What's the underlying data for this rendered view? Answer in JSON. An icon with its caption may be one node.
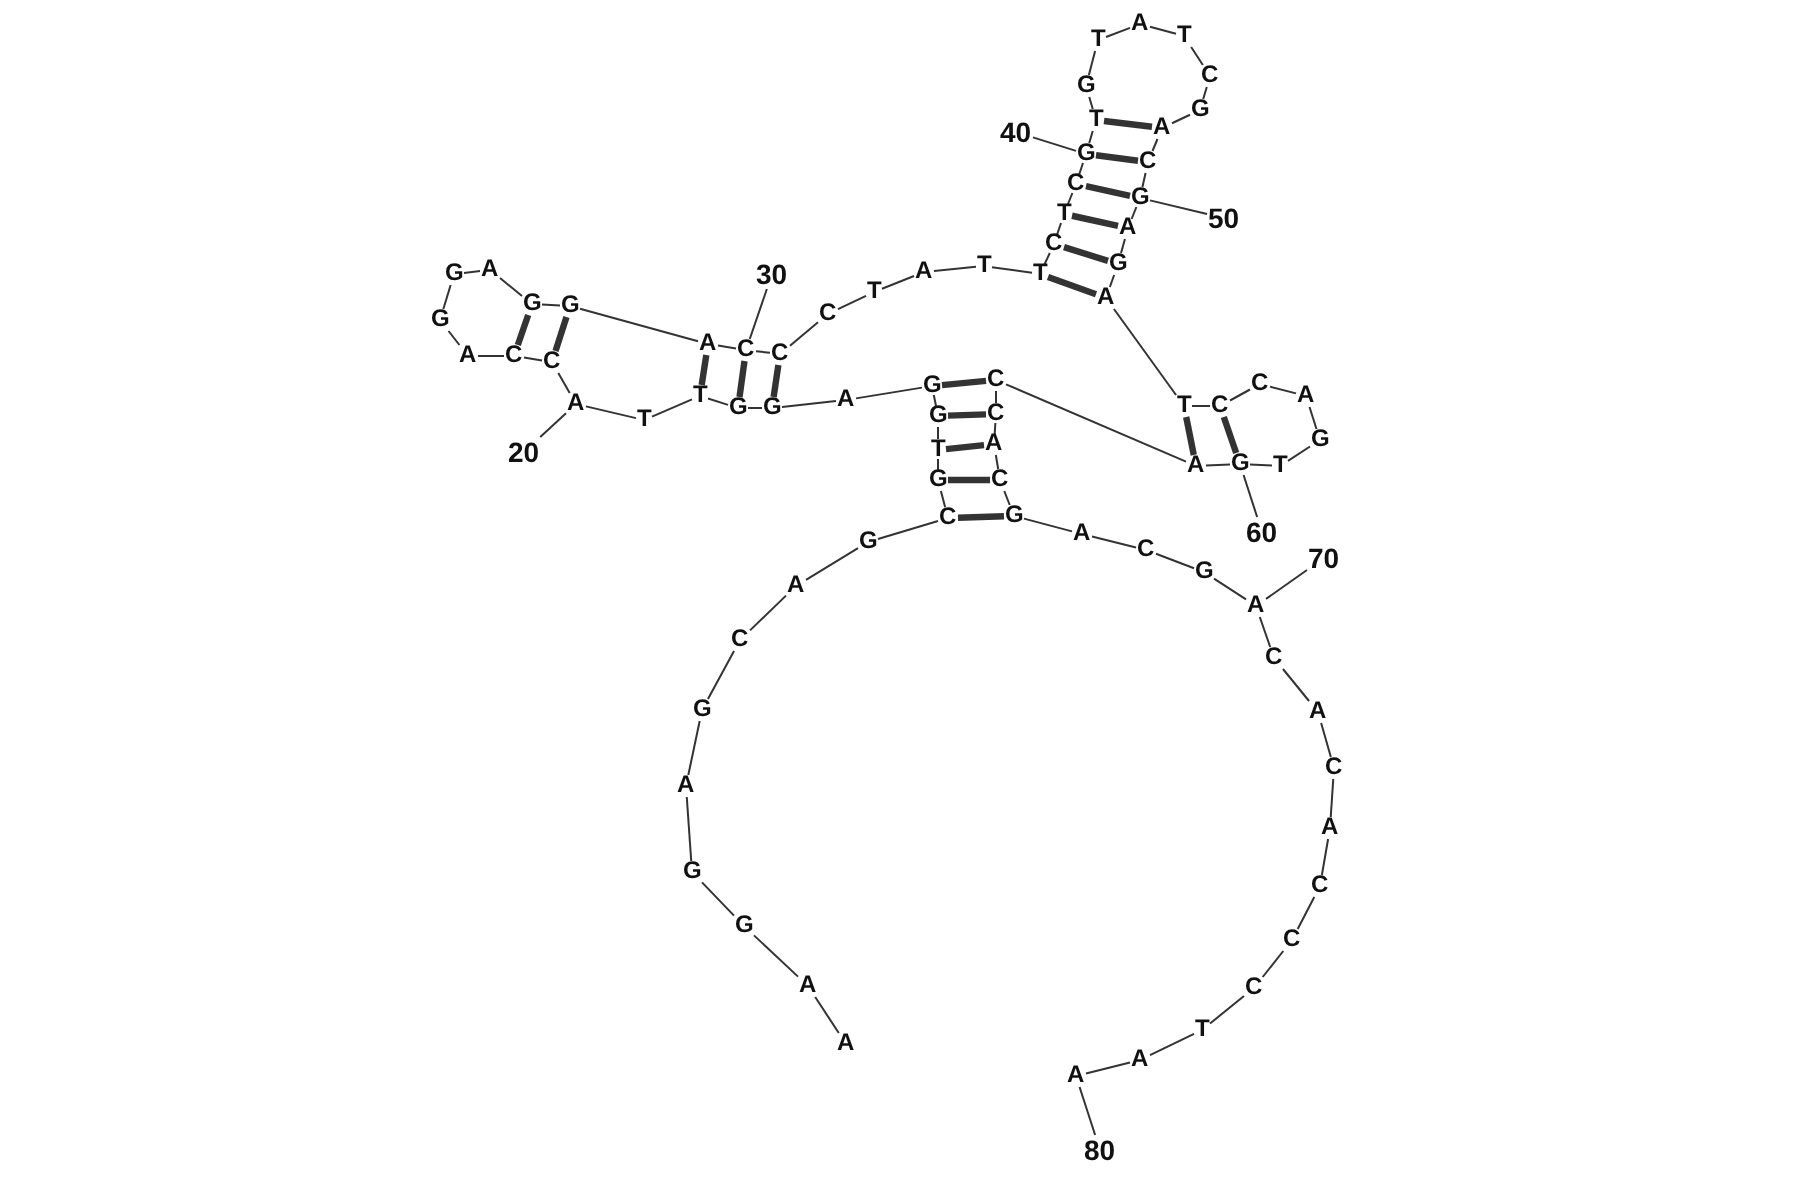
{
  "diagram": {
    "nodes": [
      {
        "text": [
          "A"
        ]
      },
      {
        "text": [
          "A"
        ]
      },
      {
        "text": [
          "G"
        ]
      },
      {
        "text": [
          "G"
        ]
      },
      {
        "text": [
          "A"
        ]
      },
      {
        "text": [
          "G"
        ]
      },
      {
        "text": [
          "C"
        ]
      },
      {
        "text": [
          "A"
        ]
      },
      {
        "text": [
          "G"
        ]
      },
      {
        "text": [
          "C"
        ]
      },
      {
        "text": [
          "G"
        ]
      },
      {
        "text": [
          "T"
        ]
      },
      {
        "text": [
          "G"
        ]
      },
      {
        "text": [
          "G"
        ]
      },
      {
        "text": [
          "A"
        ]
      },
      {
        "text": [
          "G"
        ]
      },
      {
        "text": [
          "G"
        ]
      },
      {
        "text": [
          "T"
        ]
      },
      {
        "text": [
          "T"
        ]
      },
      {
        "text": [
          "A"
        ]
      },
      {
        "text": [
          "C"
        ]
      },
      {
        "text": [
          "C"
        ]
      },
      {
        "text": [
          "A"
        ]
      },
      {
        "text": [
          "G"
        ]
      },
      {
        "text": [
          "G"
        ]
      },
      {
        "text": [
          "A"
        ]
      },
      {
        "text": [
          "G"
        ]
      },
      {
        "text": [
          "G"
        ]
      },
      {
        "text": [
          "A"
        ]
      },
      {
        "text": [
          "C"
        ]
      },
      {
        "text": [
          "C"
        ]
      },
      {
        "text": [
          "C"
        ]
      },
      {
        "text": [
          "T"
        ]
      },
      {
        "text": [
          "A"
        ]
      },
      {
        "text": [
          "T"
        ]
      },
      {
        "text": [
          "T"
        ]
      },
      {
        "text": [
          "C"
        ]
      },
      {
        "text": [
          "T"
        ]
      },
      {
        "text": [
          "C"
        ]
      },
      {
        "text": [
          "G"
        ]
      },
      {
        "text": [
          "T"
        ]
      },
      {
        "text": [
          "G"
        ]
      },
      {
        "text": [
          "T"
        ]
      },
      {
        "text": [
          "A"
        ]
      },
      {
        "text": [
          "T"
        ]
      },
      {
        "text": [
          "C"
        ]
      },
      {
        "text": [
          "G"
        ]
      },
      {
        "text": [
          "A"
        ]
      },
      {
        "text": [
          "C"
        ]
      },
      {
        "text": [
          "G"
        ]
      },
      {
        "text": [
          "A"
        ]
      },
      {
        "text": [
          "G"
        ]
      },
      {
        "text": [
          "A"
        ]
      },
      {
        "text": [
          "T"
        ]
      },
      {
        "text": [
          "C"
        ]
      },
      {
        "text": [
          "C"
        ]
      },
      {
        "text": [
          "A"
        ]
      },
      {
        "text": [
          "G"
        ]
      },
      {
        "text": [
          "T"
        ]
      },
      {
        "text": [
          "G"
        ]
      },
      {
        "text": [
          "A"
        ]
      },
      {
        "text": [
          "C"
        ]
      },
      {
        "text": [
          "C"
        ]
      },
      {
        "text": [
          "A"
        ]
      },
      {
        "text": [
          "C"
        ]
      },
      {
        "text": [
          "G"
        ]
      },
      {
        "text": [
          "A"
        ]
      },
      {
        "text": [
          "C"
        ]
      },
      {
        "text": [
          "G"
        ]
      },
      {
        "text": [
          "A"
        ]
      },
      {
        "text": [
          "C"
        ]
      },
      {
        "text": [
          "A"
        ]
      },
      {
        "text": [
          "C"
        ]
      },
      {
        "text": [
          "A"
        ]
      },
      {
        "text": [
          "C"
        ]
      },
      {
        "text": [
          "C"
        ]
      },
      {
        "text": [
          "C"
        ]
      },
      {
        "text": [
          "T"
        ]
      },
      {
        "text": [
          "A"
        ]
      },
      {
        "text": [
          "A"
        ]
      },
      {
        "text": [
          "20"
        ]
      },
      {
        "text": [
          "30"
        ]
      },
      {
        "text": [
          "40"
        ]
      },
      {
        "text": [
          "50"
        ]
      },
      {
        "text": [
          "60"
        ]
      },
      {
        "text": [
          "70"
        ]
      },
      {
        "text": [
          "80"
        ]
      }
    ],
    "edges": [
      {
        "from": 0,
        "to": 1,
        "arrow": "none"
      },
      {
        "from": 1,
        "to": 2,
        "arrow": "none"
      },
      {
        "from": 2,
        "to": 3,
        "arrow": "none"
      },
      {
        "from": 3,
        "to": 4,
        "arrow": "none"
      },
      {
        "from": 4,
        "to": 5,
        "arrow": "none"
      },
      {
        "from": 5,
        "to": 6,
        "arrow": "none"
      },
      {
        "from": 6,
        "to": 7,
        "arrow": "none"
      },
      {
        "from": 7,
        "to": 8,
        "arrow": "none"
      },
      {
        "from": 8,
        "to": 9,
        "arrow": "none"
      },
      {
        "from": 9,
        "to": 10,
        "arrow": "none"
      },
      {
        "from": 10,
        "to": 11,
        "arrow": "none"
      },
      {
        "from": 11,
        "to": 12,
        "arrow": "none"
      },
      {
        "from": 12,
        "to": 13,
        "arrow": "none"
      },
      {
        "from": 13,
        "to": 14,
        "arrow": "none"
      },
      {
        "from": 14,
        "to": 15,
        "arrow": "none"
      },
      {
        "from": 15,
        "to": 16,
        "arrow": "none"
      },
      {
        "from": 16,
        "to": 17,
        "arrow": "none"
      },
      {
        "from": 17,
        "to": 18,
        "arrow": "none"
      },
      {
        "from": 18,
        "to": 19,
        "arrow": "none"
      },
      {
        "from": 19,
        "to": 20,
        "arrow": "none"
      },
      {
        "from": 20,
        "to": 21,
        "arrow": "none"
      },
      {
        "from": 21,
        "to": 22,
        "arrow": "none"
      },
      {
        "from": 22,
        "to": 23,
        "arrow": "none"
      },
      {
        "from": 23,
        "to": 24,
        "arrow": "none"
      },
      {
        "from": 24,
        "to": 25,
        "arrow": "none"
      },
      {
        "from": 25,
        "to": 26,
        "arrow": "none"
      },
      {
        "from": 26,
        "to": 27,
        "arrow": "none"
      },
      {
        "from": 27,
        "to": 28,
        "arrow": "none"
      },
      {
        "from": 28,
        "to": 29,
        "arrow": "none"
      },
      {
        "from": 29,
        "to": 30,
        "arrow": "none"
      },
      {
        "from": 30,
        "to": 31,
        "arrow": "none"
      },
      {
        "from": 31,
        "to": 32,
        "arrow": "none"
      },
      {
        "from": 32,
        "to": 33,
        "arrow": "none"
      },
      {
        "from": 33,
        "to": 34,
        "arrow": "none"
      },
      {
        "from": 34,
        "to": 35,
        "arrow": "none"
      },
      {
        "from": 35,
        "to": 36,
        "arrow": "none"
      },
      {
        "from": 36,
        "to": 37,
        "arrow": "none"
      },
      {
        "from": 37,
        "to": 38,
        "arrow": "none"
      },
      {
        "from": 38,
        "to": 39,
        "arrow": "none"
      },
      {
        "from": 39,
        "to": 40,
        "arrow": "none"
      },
      {
        "from": 40,
        "to": 41,
        "arrow": "none"
      },
      {
        "from": 41,
        "to": 42,
        "arrow": "none"
      },
      {
        "from": 42,
        "to": 43,
        "arrow": "none"
      },
      {
        "from": 43,
        "to": 44,
        "arrow": "none"
      },
      {
        "from": 44,
        "to": 45,
        "arrow": "none"
      },
      {
        "from": 45,
        "to": 46,
        "arrow": "none"
      },
      {
        "from": 46,
        "to": 47,
        "arrow": "none"
      },
      {
        "from": 47,
        "to": 48,
        "arrow": "none"
      },
      {
        "from": 48,
        "to": 49,
        "arrow": "none"
      },
      {
        "from": 49,
        "to": 50,
        "arrow": "none"
      },
      {
        "from": 50,
        "to": 51,
        "arrow": "none"
      },
      {
        "from": 51,
        "to": 52,
        "arrow": "none"
      },
      {
        "from": 52,
        "to": 53,
        "arrow": "none"
      },
      {
        "from": 53,
        "to": 54,
        "arrow": "none"
      },
      {
        "from": 54,
        "to": 55,
        "arrow": "none"
      },
      {
        "from": 55,
        "to": 56,
        "arrow": "none"
      },
      {
        "from": 56,
        "to": 57,
        "arrow": "none"
      },
      {
        "from": 57,
        "to": 58,
        "arrow": "none"
      },
      {
        "from": 58,
        "to": 59,
        "arrow": "none"
      },
      {
        "from": 59,
        "to": 60,
        "arrow": "none"
      },
      {
        "from": 60,
        "to": 61,
        "arrow": "none"
      },
      {
        "from": 61,
        "to": 62,
        "arrow": "none"
      },
      {
        "from": 62,
        "to": 63,
        "arrow": "none"
      },
      {
        "from": 63,
        "to": 64,
        "arrow": "none"
      },
      {
        "from": 64,
        "to": 65,
        "arrow": "none"
      },
      {
        "from": 65,
        "to": 66,
        "arrow": "none"
      },
      {
        "from": 66,
        "to": 67,
        "arrow": "none"
      },
      {
        "from": 67,
        "to": 68,
        "arrow": "none"
      },
      {
        "from": 68,
        "to": 69,
        "arrow": "none"
      },
      {
        "from": 69,
        "to": 70,
        "arrow": "none"
      },
      {
        "from": 70,
        "to": 71,
        "arrow": "none"
      },
      {
        "from": 71,
        "to": 72,
        "arrow": "none"
      },
      {
        "from": 72,
        "to": 73,
        "arrow": "none"
      },
      {
        "from": 73,
        "to": 74,
        "arrow": "none"
      },
      {
        "from": 74,
        "to": 75,
        "arrow": "none"
      },
      {
        "from": 75,
        "to": 76,
        "arrow": "none"
      },
      {
        "from": 76,
        "to": 77,
        "arrow": "none"
      },
      {
        "from": 77,
        "to": 78,
        "arrow": "none"
      },
      {
        "from": 78,
        "to": 79,
        "arrow": "none"
      },
      {
        "from": 9,
        "to": 65,
        "arrow": "none",
        "style": "thick"
      },
      {
        "from": 10,
        "to": 64,
        "arrow": "none",
        "style": "thick"
      },
      {
        "from": 11,
        "to": 63,
        "arrow": "none",
        "style": "thick"
      },
      {
        "from": 12,
        "to": 62,
        "arrow": "none",
        "style": "thick"
      },
      {
        "from": 13,
        "to": 61,
        "arrow": "none",
        "style": "thick"
      },
      {
        "from": 15,
        "to": 30,
        "arrow": "none",
        "style": "thick"
      },
      {
        "from": 16,
        "to": 29,
        "arrow": "none",
        "style": "thick"
      },
      {
        "from": 17,
        "to": 28,
        "arrow": "none",
        "style": "thick"
      },
      {
        "from": 20,
        "to": 27,
        "arrow": "none",
        "style": "thick"
      },
      {
        "from": 21,
        "to": 26,
        "arrow": "none",
        "style": "thick"
      },
      {
        "from": 35,
        "to": 52,
        "arrow": "none",
        "style": "thick"
      },
      {
        "from": 36,
        "to": 51,
        "arrow": "none",
        "style": "thick"
      },
      {
        "from": 37,
        "to": 50,
        "arrow": "none",
        "style": "thick"
      },
      {
        "from": 38,
        "to": 49,
        "arrow": "none",
        "style": "thick"
      },
      {
        "from": 39,
        "to": 48,
        "arrow": "none",
        "style": "thick"
      },
      {
        "from": 40,
        "to": 47,
        "arrow": "none",
        "style": "thick"
      },
      {
        "from": 53,
        "to": 60,
        "arrow": "none",
        "style": "thick"
      },
      {
        "from": 54,
        "to": 59,
        "arrow": "none",
        "style": "thick"
      },
      {
        "from": 80,
        "to": 19,
        "arrow": "none"
      },
      {
        "from": 81,
        "to": 29,
        "arrow": "none"
      },
      {
        "from": 82,
        "to": 39,
        "arrow": "none"
      },
      {
        "from": 83,
        "to": 49,
        "arrow": "none"
      },
      {
        "from": 84,
        "to": 59,
        "arrow": "none"
      },
      {
        "from": 85,
        "to": 69,
        "arrow": "none"
      },
      {
        "from": 86,
        "to": 79,
        "arrow": "none"
      }
    ]
  }
}
